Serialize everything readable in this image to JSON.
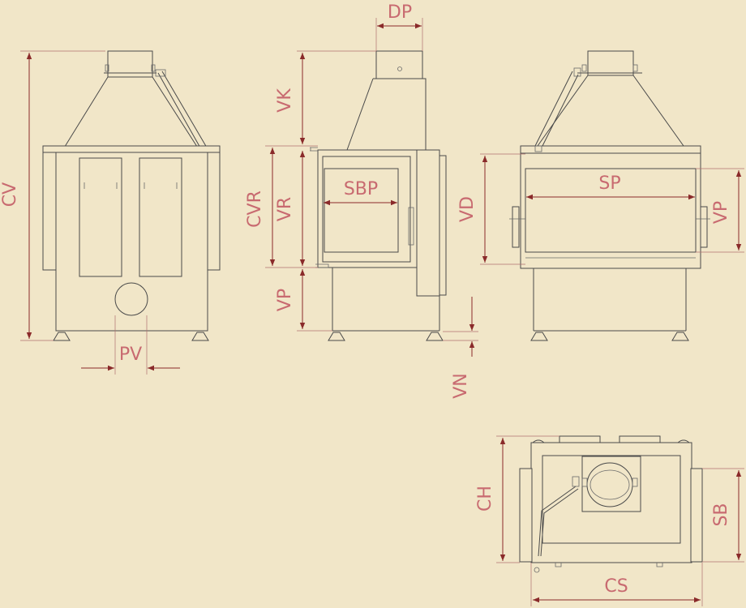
{
  "colors": {
    "background": "#f1e6c8",
    "outline": "#4a4a4a",
    "dimension_line": "#8a2a2a",
    "label_text": "#c86a70"
  },
  "dimensions": {
    "cv": "CV",
    "pv": "PV",
    "dp": "DP",
    "vk": "VK",
    "cvr": "CVR",
    "vr": "VR",
    "sbp": "SBP",
    "vp_side": "VP",
    "vn": "VN",
    "vd": "VD",
    "sp": "SP",
    "vp_right": "VP",
    "ch": "CH",
    "sb": "SB",
    "cs": "CS"
  }
}
